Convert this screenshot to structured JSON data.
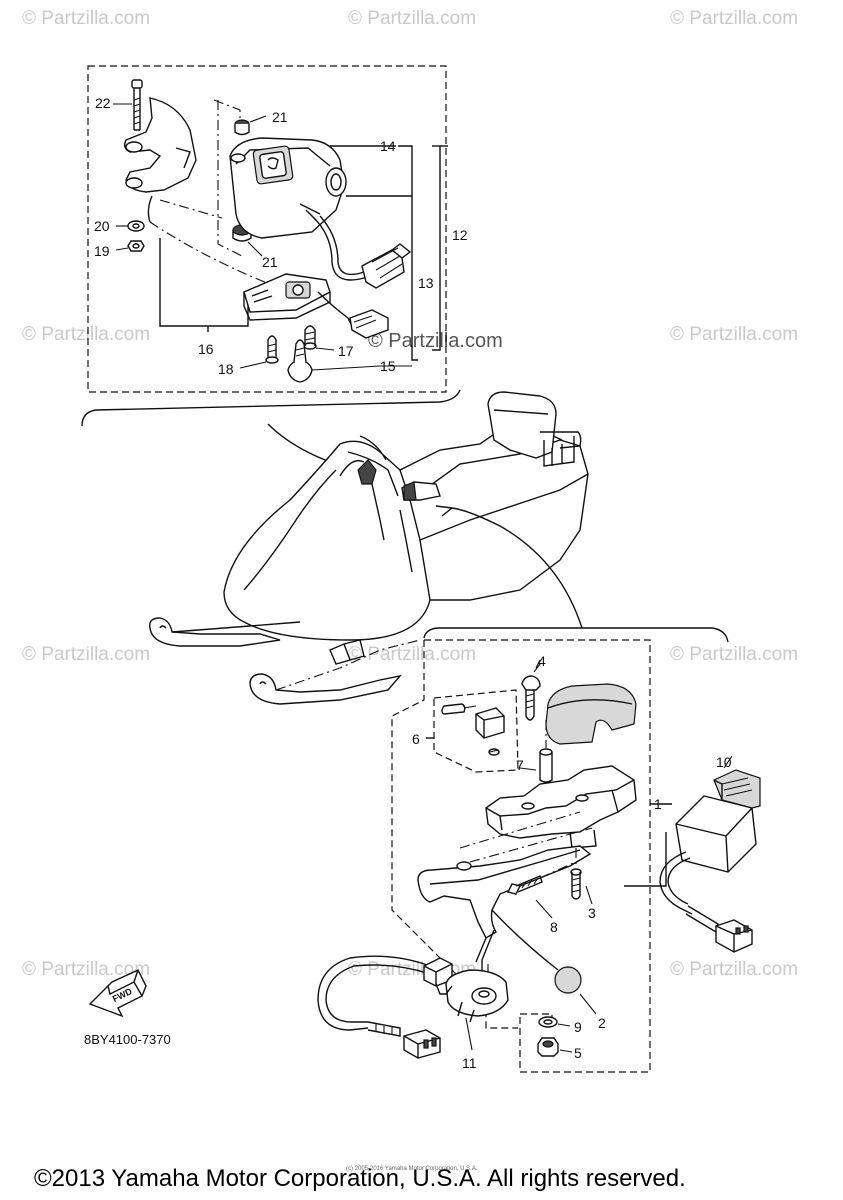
{
  "watermark": {
    "text": "© Partzilla.com"
  },
  "diagram": {
    "code": "8BY4100-7370",
    "fwd_label": "FWD",
    "callouts": {
      "p1": "1",
      "p2": "2",
      "p3": "3",
      "p4": "4",
      "p5": "5",
      "p6": "6",
      "p7": "7",
      "p8": "8",
      "p9": "9",
      "p10": "10",
      "p11": "11",
      "p12": "12",
      "p13": "13",
      "p14": "14",
      "p15": "15",
      "p16": "16",
      "p17": "17",
      "p18": "18",
      "p19": "19",
      "p20": "20",
      "p21a": "21",
      "p21b": "21",
      "p22": "22"
    }
  },
  "footer": {
    "small_copyright": "(c) 2005-2016 Yamaha Motor Corporation, U.S.A.",
    "copyright": "©2013 Yamaha Motor Corporation, U.S.A. All rights reserved."
  },
  "colors": {
    "ink": "#111111",
    "watermark": "#c9c9c9",
    "background": "#ffffff"
  }
}
